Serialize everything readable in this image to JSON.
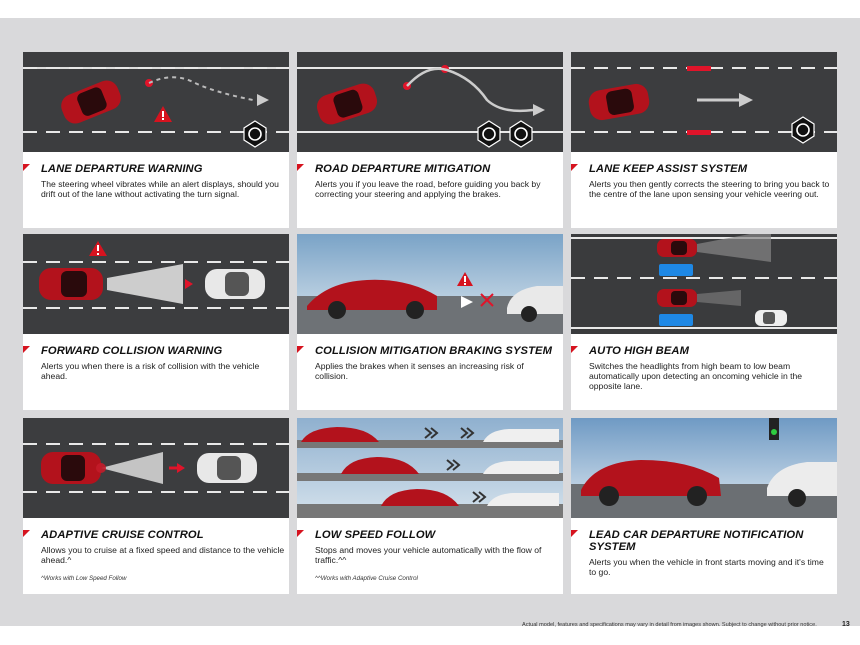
{
  "features": [
    {
      "title": "LANE DEPARTURE WARNING",
      "desc": "The steering wheel vibrates while an alert displays, should you drift out of the lane without activating the turn signal."
    },
    {
      "title": "ROAD DEPARTURE MITIGATION",
      "desc": "Alerts you if you leave the road, before guiding you back by correcting your steering and applying the brakes."
    },
    {
      "title": "LANE KEEP ASSIST SYSTEM",
      "desc": "Alerts you then gently corrects the steering to bring you back to the centre of the lane upon sensing your vehicle veering out."
    },
    {
      "title": "FORWARD COLLISION WARNING",
      "desc": "Alerts you when there is a risk of collision with the vehicle ahead."
    },
    {
      "title": "COLLISION MITIGATION BRAKING SYSTEM",
      "desc": "Applies the brakes when it senses an increasing risk of collision."
    },
    {
      "title": "AUTO HIGH BEAM",
      "desc": "Switches the headlights from high beam to low beam automatically upon detecting an oncoming vehicle in the opposite lane."
    },
    {
      "title": "ADAPTIVE CRUISE CONTROL",
      "desc": "Allows you to cruise at a fixed speed and distance to the vehicle ahead.^",
      "note": "^Works with Low Speed Follow"
    },
    {
      "title": "LOW SPEED FOLLOW",
      "desc": "Stops and moves your vehicle automatically with the flow of traffic.^^",
      "note": "^^Works with Adaptive Cruise Control"
    },
    {
      "title": "LEAD CAR DEPARTURE NOTIFICATION SYSTEM",
      "desc": "Alerts you when the vehicle in front starts moving and it's time to go."
    }
  ],
  "footer": {
    "disclaimer": "Actual model, features and specifications may vary in detail from images shown. Subject to change without prior notice.",
    "page_number": "13"
  },
  "colors": {
    "accent": "#d6131f",
    "road": "#3a3b3d",
    "car_red": "#b3121c"
  }
}
